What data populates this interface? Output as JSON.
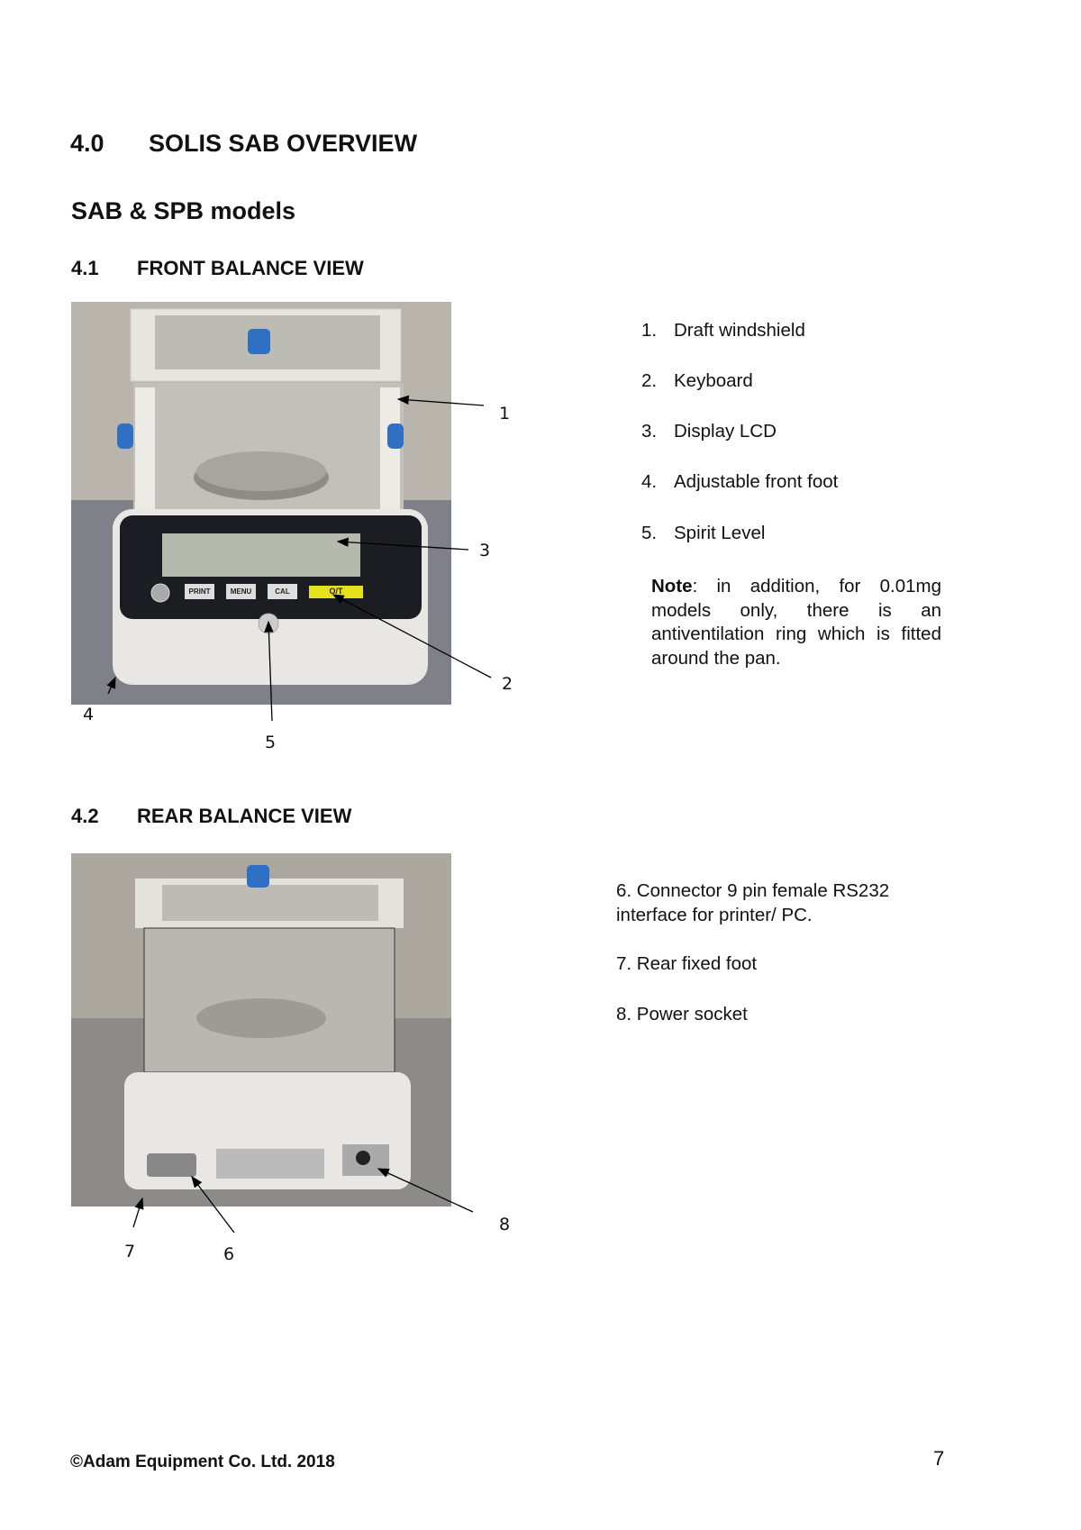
{
  "section": {
    "number": "4.0",
    "title": "SOLIS SAB OVERVIEW"
  },
  "subtitle": "SAB & SPB models",
  "front": {
    "number": "4.1",
    "title": "FRONT BALANCE VIEW",
    "callouts": [
      "1",
      "2",
      "3",
      "4",
      "5"
    ],
    "items": [
      {
        "num": "1.",
        "text": "Draft windshield"
      },
      {
        "num": "2.",
        "text": "Keyboard"
      },
      {
        "num": "3.",
        "text": "Display LCD"
      },
      {
        "num": "4.",
        "text": "Adjustable front foot"
      },
      {
        "num": "5.",
        "text": "Spirit Level"
      }
    ],
    "note_label": "Note",
    "note_text": ": in addition, for 0.01mg models only, there is an antiventilation ring which is fitted around the pan.",
    "keys": [
      "PRINT",
      "MENU",
      "CAL",
      "O/T"
    ]
  },
  "rear": {
    "number": "4.2",
    "title": "REAR BALANCE VIEW",
    "callouts": [
      "6",
      "7",
      "8"
    ],
    "items": [
      {
        "text": "6. Connector 9 pin female RS232 interface for printer/ PC."
      },
      {
        "text": "7. Rear fixed foot"
      },
      {
        "text": "8. Power socket"
      }
    ]
  },
  "footer": {
    "copyright": "©Adam Equipment Co. Ltd. 2018",
    "page": "7"
  }
}
